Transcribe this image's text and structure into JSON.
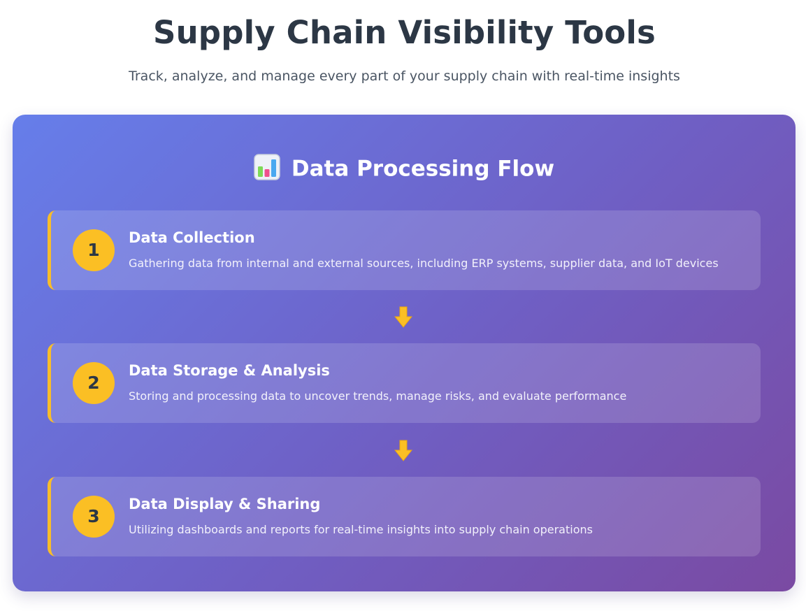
{
  "header": {
    "title": "Supply Chain Visibility Tools",
    "subtitle": "Track, analyze, and manage every part of your supply chain with real-time insights"
  },
  "flow": {
    "icon": "bar-chart-icon",
    "heading": "Data Processing Flow",
    "accent_color": "#fbbf24",
    "arrow_icon": "arrow-down-icon",
    "steps": [
      {
        "number": "1",
        "title": "Data Collection",
        "description": "Gathering data from internal and external sources, including ERP systems, supplier data, and IoT devices"
      },
      {
        "number": "2",
        "title": "Data Storage & Analysis",
        "description": "Storing and processing data to uncover trends, manage risks, and evaluate performance"
      },
      {
        "number": "3",
        "title": "Data Display & Sharing",
        "description": "Utilizing dashboards and reports for real-time insights into supply chain operations"
      }
    ]
  }
}
